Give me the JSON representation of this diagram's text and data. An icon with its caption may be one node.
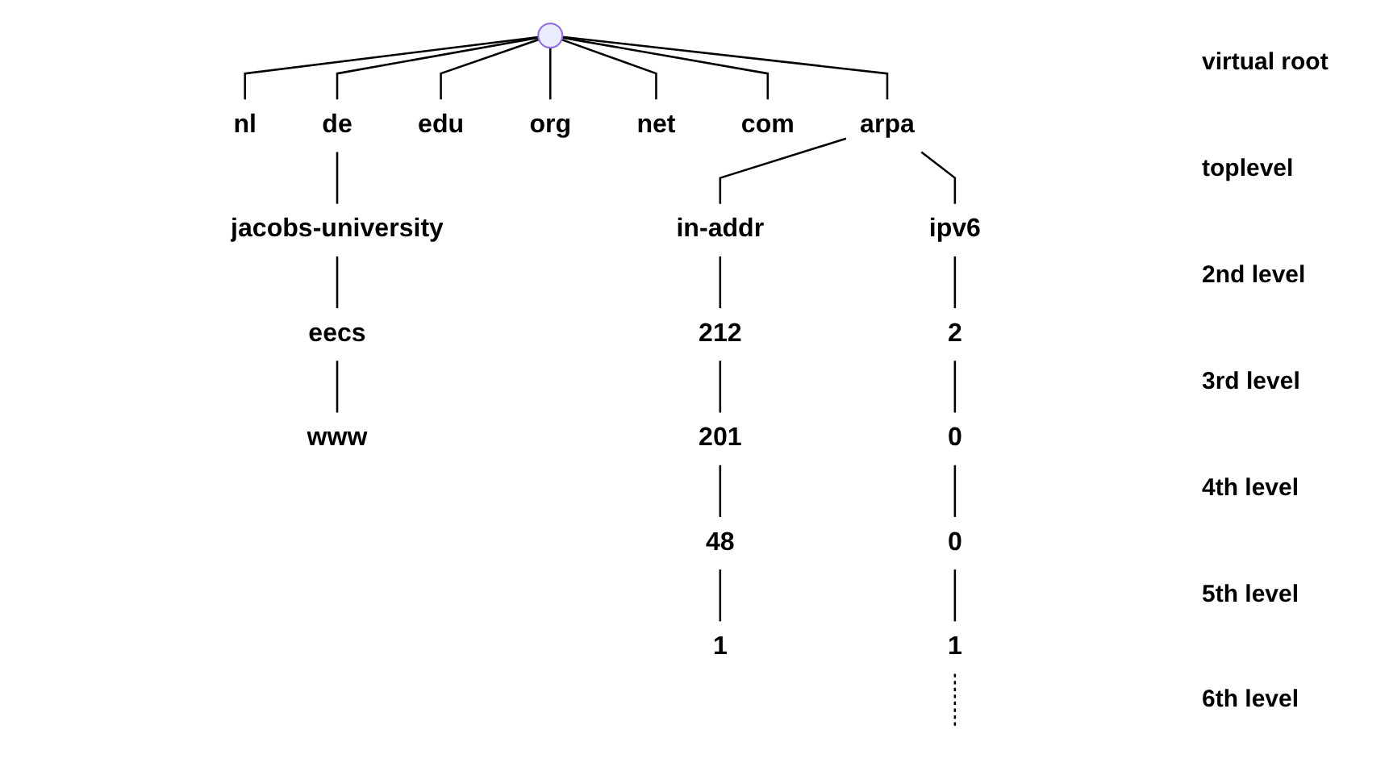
{
  "diagram": {
    "nodes": [
      {
        "text": [],
        "shape": "point"
      },
      {
        "text": [
          "nl"
        ]
      },
      {
        "text": [
          "de"
        ]
      },
      {
        "text": [
          "edu"
        ]
      },
      {
        "text": [
          "org"
        ]
      },
      {
        "text": [
          "net"
        ]
      },
      {
        "text": [
          "com"
        ]
      },
      {
        "text": [
          "arpa"
        ]
      },
      {
        "text": [
          "jacobs-university"
        ]
      },
      {
        "text": [
          "in-addr"
        ]
      },
      {
        "text": [
          "ipv6"
        ]
      },
      {
        "text": [
          "eecs"
        ]
      },
      {
        "text": [
          "212"
        ]
      },
      {
        "text": [
          "2"
        ]
      },
      {
        "text": [
          "www"
        ]
      },
      {
        "text": [
          "201"
        ]
      },
      {
        "text": [
          "0"
        ]
      },
      {
        "text": [
          "48"
        ]
      },
      {
        "text": [
          "0"
        ]
      },
      {
        "text": [
          "1"
        ]
      },
      {
        "text": [
          "1"
        ]
      }
    ],
    "edges": [
      {
        "from": 0,
        "to": 1,
        "arrow": "none"
      },
      {
        "from": 0,
        "to": 2,
        "arrow": "none"
      },
      {
        "from": 0,
        "to": 3,
        "arrow": "none"
      },
      {
        "from": 0,
        "to": 4,
        "arrow": "none"
      },
      {
        "from": 0,
        "to": 5,
        "arrow": "none"
      },
      {
        "from": 0,
        "to": 6,
        "arrow": "none"
      },
      {
        "from": 0,
        "to": 7,
        "arrow": "none"
      },
      {
        "from": 2,
        "to": 8,
        "arrow": "none"
      },
      {
        "from": 7,
        "to": 9,
        "arrow": "none"
      },
      {
        "from": 7,
        "to": 10,
        "arrow": "none"
      },
      {
        "from": 8,
        "to": 11,
        "arrow": "none"
      },
      {
        "from": 9,
        "to": 12,
        "arrow": "none"
      },
      {
        "from": 10,
        "to": 13,
        "arrow": "none"
      },
      {
        "from": 11,
        "to": 14,
        "arrow": "none"
      },
      {
        "from": 12,
        "to": 15,
        "arrow": "none"
      },
      {
        "from": 13,
        "to": 16,
        "arrow": "none"
      },
      {
        "from": 15,
        "to": 17,
        "arrow": "none"
      },
      {
        "from": 16,
        "to": 18,
        "arrow": "none"
      },
      {
        "from": 17,
        "to": 19,
        "arrow": "none"
      },
      {
        "from": 18,
        "to": 20,
        "arrow": "none"
      },
      {
        "from": 20,
        "to": null,
        "arrow": "none",
        "style": "dashed"
      }
    ],
    "labels": [
      "virtual root",
      "toplevel",
      "2nd level",
      "3rd level",
      "4th level",
      "5th level",
      "6th level"
    ]
  }
}
